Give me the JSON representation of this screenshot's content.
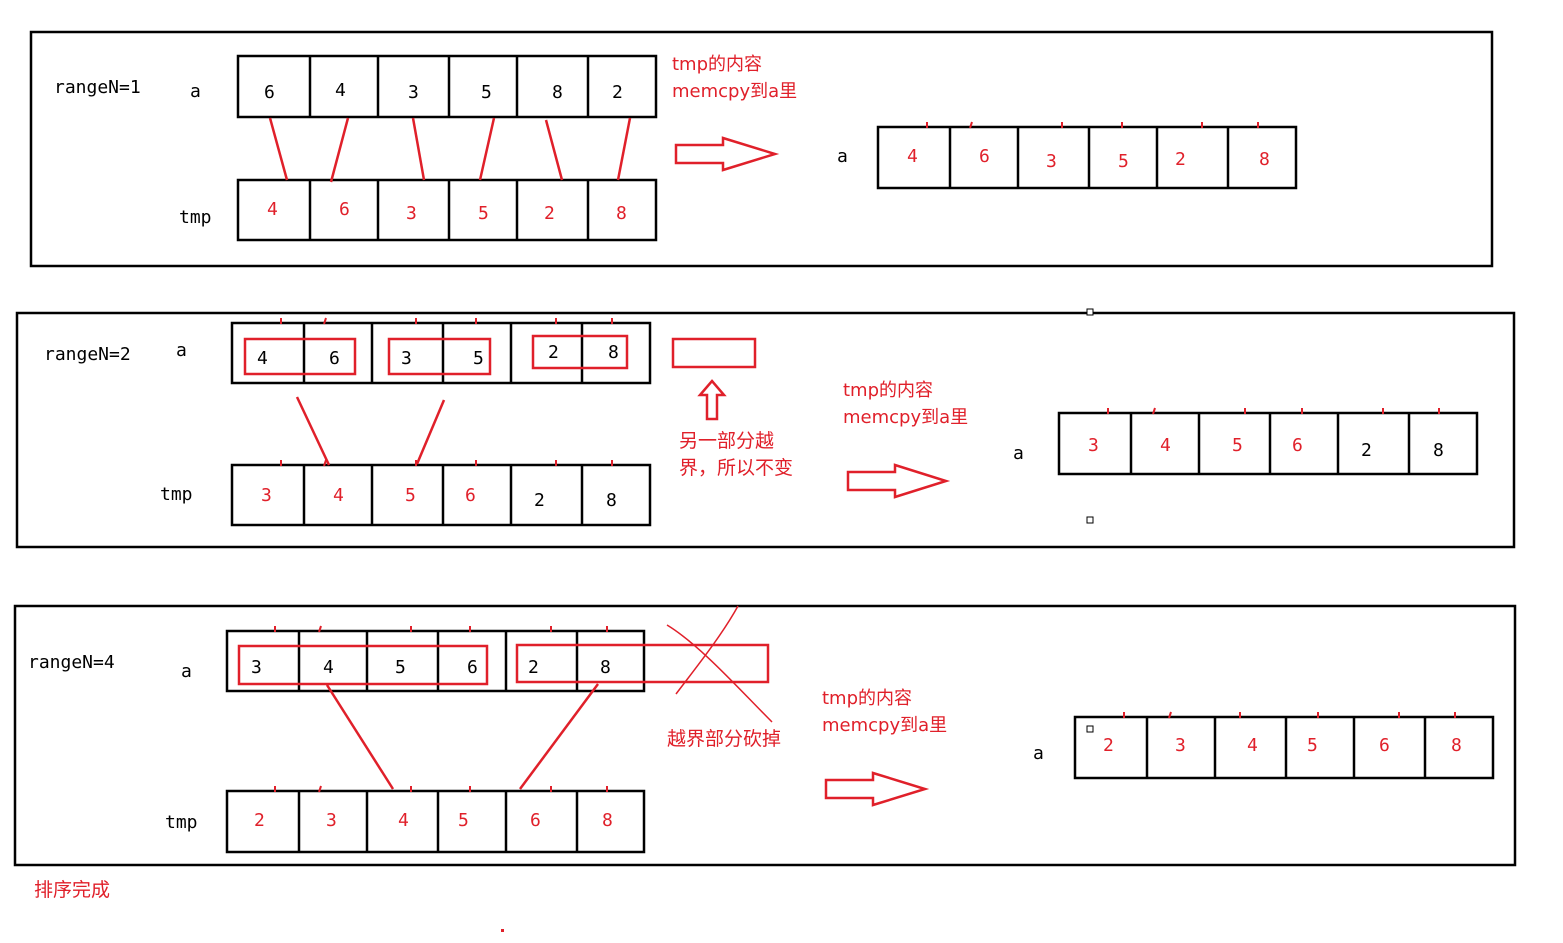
{
  "colors": {
    "red": "#e0202a",
    "black": "#000000"
  },
  "panels": [
    {
      "label": "rangeN=1",
      "a_label": "a",
      "tmp_label": "tmp",
      "a_values": [
        "6",
        "4",
        "3",
        "5",
        "8",
        "2"
      ],
      "tmp_values": [
        "4",
        "6",
        "3",
        "5",
        "2",
        "8"
      ],
      "result_label": "a",
      "result_values": [
        "4",
        "6",
        "3",
        "5",
        "2",
        "8"
      ],
      "note_line1": "tmp的内容",
      "note_line2": "memcpy到a里"
    },
    {
      "label": "rangeN=2",
      "a_label": "a",
      "tmp_label": "tmp",
      "a_values": [
        "4",
        "6",
        "3",
        "5",
        "2",
        "8"
      ],
      "tmp_values": [
        "3",
        "4",
        "5",
        "6",
        "2",
        "8"
      ],
      "result_label": "a",
      "result_values": [
        "3",
        "4",
        "5",
        "6",
        "2",
        "8"
      ],
      "note_line1": "tmp的内容",
      "note_line2": "memcpy到a里",
      "side_note_line1": "另一部分越",
      "side_note_line2": "界，所以不变"
    },
    {
      "label": "rangeN=4",
      "a_label": "a",
      "tmp_label": "tmp",
      "a_values": [
        "3",
        "4",
        "5",
        "6",
        "2",
        "8"
      ],
      "tmp_values": [
        "2",
        "3",
        "4",
        "5",
        "6",
        "8"
      ],
      "result_label": "a",
      "result_values": [
        "2",
        "3",
        "4",
        "5",
        "6",
        "8"
      ],
      "note_line1": "tmp的内容",
      "note_line2": "memcpy到a里",
      "side_note": "越界部分砍掉"
    }
  ],
  "footer": "排序完成"
}
